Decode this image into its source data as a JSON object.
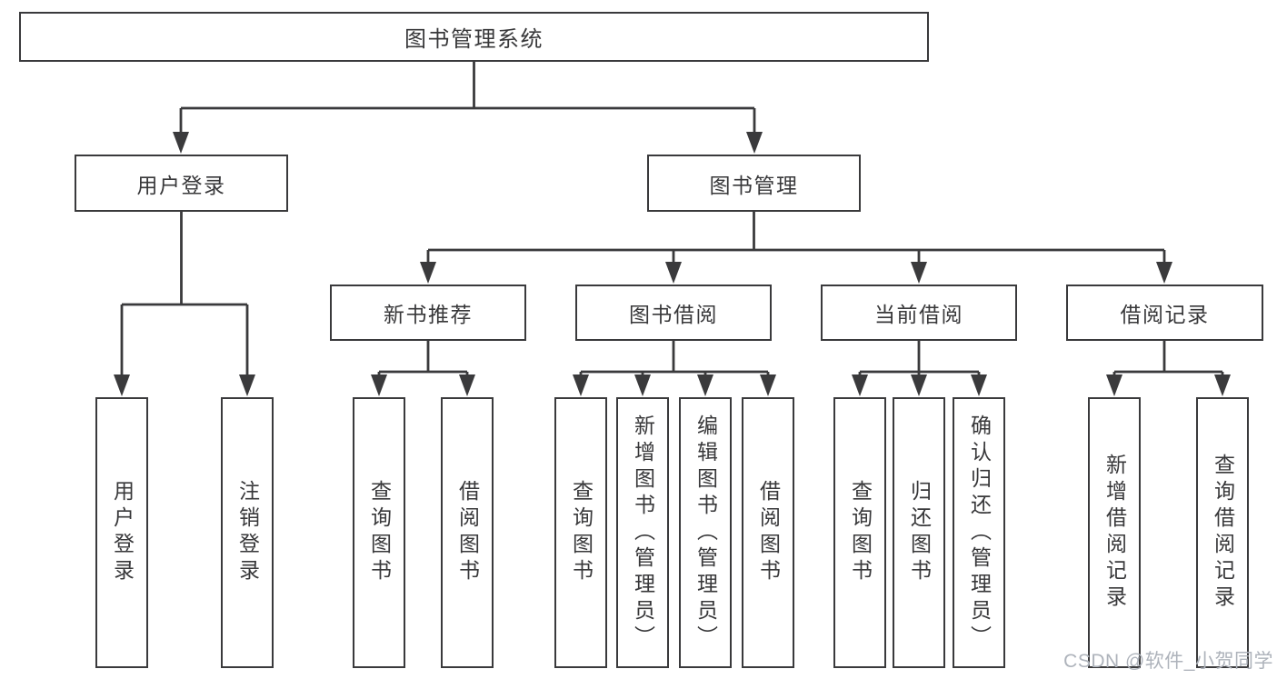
{
  "colors": {
    "line": "#3a3a3c",
    "text": "#38383a",
    "box_bg": "#ffffff",
    "watermark": "#aeb3bb"
  },
  "watermark": "CSDN @软件_小贺同学",
  "tree": {
    "root": {
      "label": "图书管理系统"
    },
    "children": [
      {
        "label": "用户登录",
        "children": [
          {
            "label": "用户登录"
          },
          {
            "label": "注销登录"
          }
        ]
      },
      {
        "label": "图书管理",
        "children": [
          {
            "label": "新书推荐",
            "children": [
              {
                "label": "查询图书"
              },
              {
                "label": "借阅图书"
              }
            ]
          },
          {
            "label": "图书借阅",
            "children": [
              {
                "label": "查询图书"
              },
              {
                "label": "新增图书（管理员）"
              },
              {
                "label": "编辑图书（管理员）"
              },
              {
                "label": "借阅图书"
              }
            ]
          },
          {
            "label": "当前借阅",
            "children": [
              {
                "label": "查询图书"
              },
              {
                "label": "归还图书"
              },
              {
                "label": "确认归还（管理员）"
              }
            ]
          },
          {
            "label": "借阅记录",
            "children": [
              {
                "label": "新增借阅记录"
              },
              {
                "label": "查询借阅记录"
              }
            ]
          }
        ]
      }
    ]
  }
}
